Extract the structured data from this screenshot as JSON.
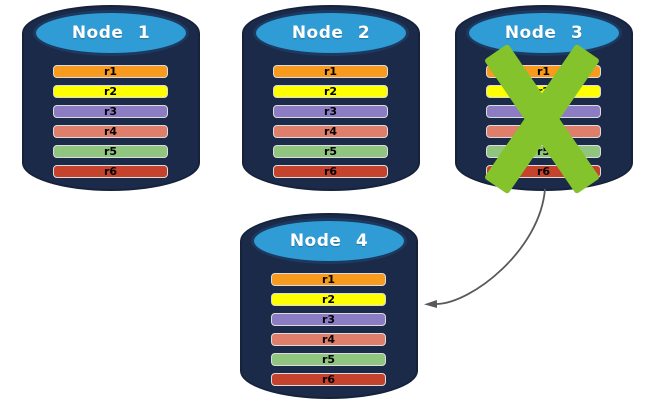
{
  "diagram": {
    "description": "Database replication nodes with failed node re-replicating to a new node",
    "colors": {
      "cylinder_body": "#1B2A49",
      "cylinder_border": "#16223C",
      "header_fill": "#2F9CD6",
      "header_border": "#1C3A60",
      "header_text": "#FFFFFF",
      "row_border": "#DCDCDC",
      "row_text": "#000000",
      "fail_x": "#84C32C",
      "arrow": "#595959"
    },
    "nodes": [
      {
        "label": "Node 1",
        "status": "active",
        "rows": [
          {
            "label": "r1",
            "color": "#F89A1D"
          },
          {
            "label": "r2",
            "color": "#FFFF00"
          },
          {
            "label": "r3",
            "color": "#8B7CC4"
          },
          {
            "label": "r4",
            "color": "#DE7E6B"
          },
          {
            "label": "r5",
            "color": "#8FC57F"
          },
          {
            "label": "r6",
            "color": "#C5432C"
          }
        ]
      },
      {
        "label": "Node 2",
        "status": "active",
        "rows": [
          {
            "label": "r1",
            "color": "#F89A1D"
          },
          {
            "label": "r2",
            "color": "#FFFF00"
          },
          {
            "label": "r3",
            "color": "#8B7CC4"
          },
          {
            "label": "r4",
            "color": "#DE7E6B"
          },
          {
            "label": "r5",
            "color": "#8FC57F"
          },
          {
            "label": "r6",
            "color": "#C5432C"
          }
        ]
      },
      {
        "label": "Node 3",
        "status": "failed",
        "rows": [
          {
            "label": "r1",
            "color": "#F89A1D"
          },
          {
            "label": "r2",
            "color": "#FFFF00"
          },
          {
            "label": "r3",
            "color": "#8B7CC4"
          },
          {
            "label": "r4",
            "color": "#DE7E6B"
          },
          {
            "label": "r5",
            "color": "#8FC57F"
          },
          {
            "label": "r6",
            "color": "#C5432C"
          }
        ]
      },
      {
        "label": "Node 4",
        "status": "active",
        "rows": [
          {
            "label": "r1",
            "color": "#F89A1D"
          },
          {
            "label": "r2",
            "color": "#FFFF00"
          },
          {
            "label": "r3",
            "color": "#8B7CC4"
          },
          {
            "label": "r4",
            "color": "#DE7E6B"
          },
          {
            "label": "r5",
            "color": "#8FC57F"
          },
          {
            "label": "r6",
            "color": "#C5432C"
          }
        ]
      }
    ],
    "failure_mark": {
      "node": "Node 3",
      "icon": "green-x"
    },
    "arrow": {
      "from": "Node 3",
      "to": "Node 4",
      "style": "curved"
    }
  }
}
